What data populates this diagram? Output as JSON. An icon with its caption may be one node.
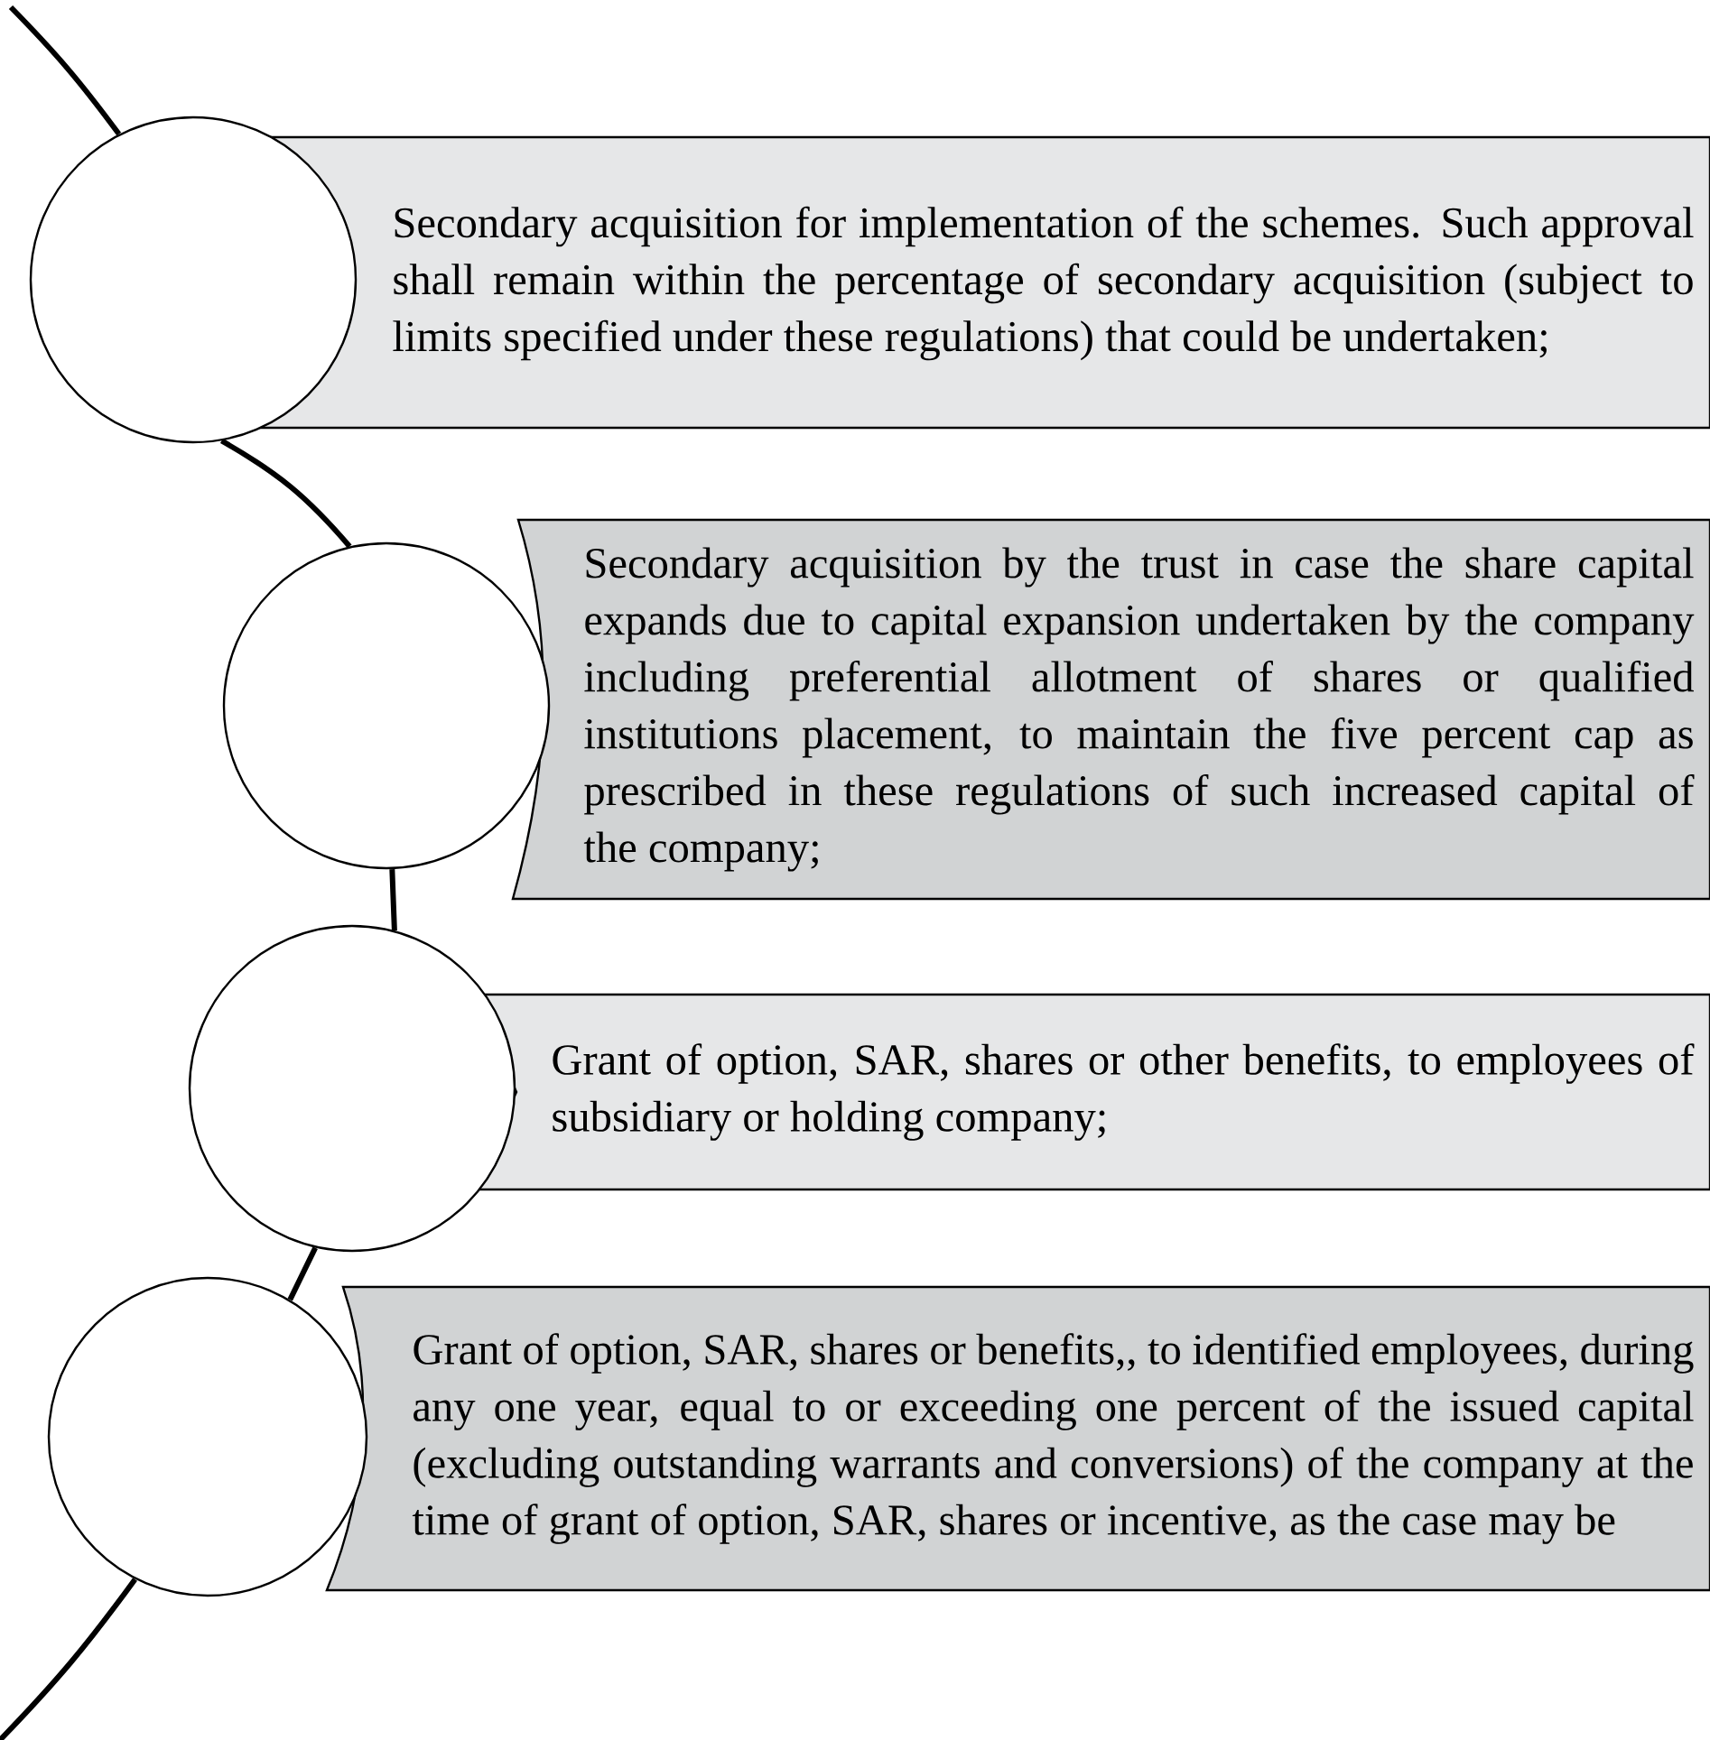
{
  "diagram": {
    "nodes": [
      {
        "text": [],
        "shape": "circle"
      },
      {
        "text": [
          "Secondary acquisition for implementation of the schemes. Such approval shall remain within the percentage of secondary acquisition (subject to limits specified under these regulations) that could be undertaken;"
        ]
      },
      {
        "text": [],
        "shape": "circle"
      },
      {
        "text": [
          "Secondary acquisition by the trust in case the share capital expands due to capital expansion undertaken by the company including preferential allotment of shares or qualified institutions placement, to maintain the five percent cap as prescribed in these regulations of such increased capital of the company;"
        ]
      },
      {
        "text": [],
        "shape": "circle"
      },
      {
        "text": [
          "Grant of option, SAR, shares or other benefits, to employees of subsidiary or holding company;"
        ]
      },
      {
        "text": [],
        "shape": "circle"
      },
      {
        "text": [
          "Grant of option, SAR, shares or benefits,, to identified employees, during any one year, equal to or exceeding one percent of the issued capital (excluding outstanding warrants and conversions) of the company at the time of grant of option, SAR, shares or incentive, as the case may be"
        ]
      }
    ],
    "edges": [
      {
        "from": null,
        "to": 0,
        "arrow": "none"
      },
      {
        "from": 0,
        "to": 2,
        "arrow": "none"
      },
      {
        "from": 2,
        "to": 4,
        "arrow": "none"
      },
      {
        "from": 4,
        "to": 6,
        "arrow": "none"
      },
      {
        "from": 6,
        "to": null,
        "arrow": "none"
      }
    ]
  }
}
